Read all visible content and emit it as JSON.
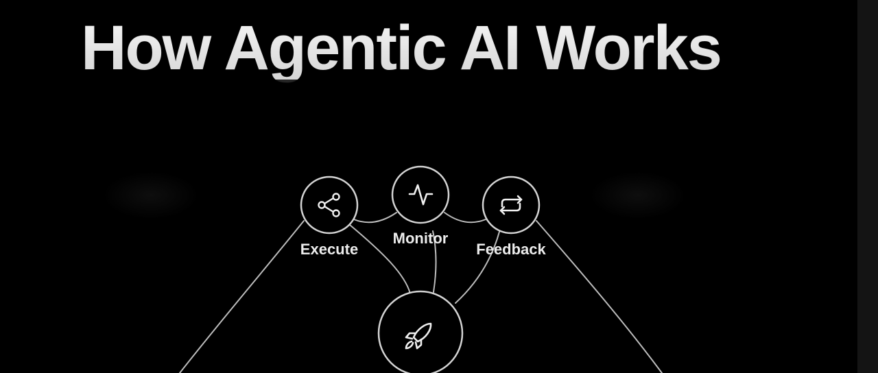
{
  "title": "How Agentic AI Works",
  "nodes": {
    "execute": {
      "label": "Execute",
      "icon": "share-icon"
    },
    "monitor": {
      "label": "Monitor",
      "icon": "activity-pulse-icon"
    },
    "feedback": {
      "label": "Feedback",
      "icon": "repeat-arrows-icon"
    },
    "core": {
      "icon": "rocket-icon"
    }
  },
  "colors": {
    "background": "#000000",
    "line": "#bdbdbd",
    "text": "#ececec"
  }
}
